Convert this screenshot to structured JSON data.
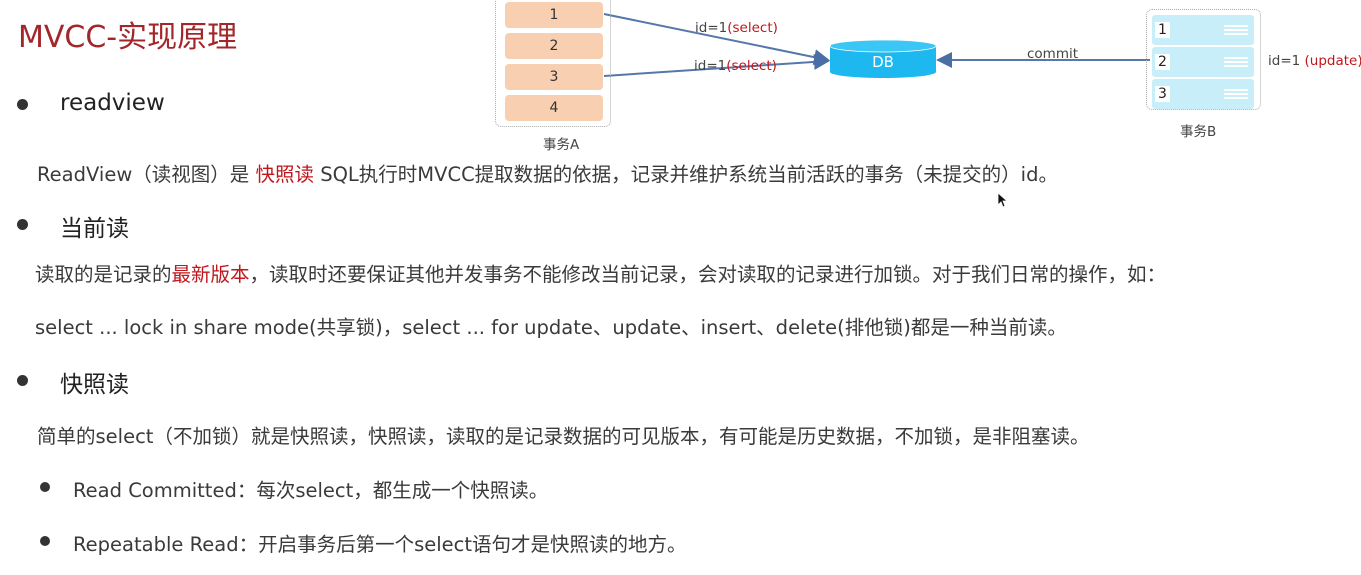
{
  "title": "MVCC-实现原理",
  "diagram": {
    "txA_items": [
      "1",
      "2",
      "3",
      "4"
    ],
    "txA_label": "事务A",
    "txB_items": [
      "1",
      "2",
      "3"
    ],
    "txB_label": "事务B",
    "db": "DB",
    "arrow1": {
      "prefix": "id=1",
      "action": "(select)"
    },
    "arrow2": {
      "prefix": "id=1",
      "action": "(select)"
    },
    "commit": "commit",
    "update": {
      "prefix": "id=1 ",
      "action": "(update)"
    }
  },
  "sections": {
    "readview": {
      "heading": "readview",
      "p1": "ReadView（读视图）是 ",
      "p1_red": "快照读",
      "p1_rest": " SQL执行时MVCC提取数据的依据，记录并维护系统当前活跃的事务（未提交的）id。"
    },
    "current": {
      "heading": "当前读",
      "p1": "读取的是记录的",
      "p1_red": "最新版本",
      "p1_rest": "，读取时还要保证其他并发事务不能修改当前记录，会对读取的记录进行加锁。对于我们日常的操作，如：",
      "p2": "select ... lock in share mode(共享锁)，select ... for update、update、insert、delete(排他锁)都是一种当前读。"
    },
    "snapshot": {
      "heading": "快照读",
      "p1": "简单的select（不加锁）就是快照读，快照读，读取的是记录数据的可见版本，有可能是历史数据，不加锁，是非阻塞读。",
      "items": [
        "Read Committed：每次select，都生成一个快照读。",
        "Repeatable Read：开启事务后第一个select语句才是快照读的地方。"
      ]
    }
  }
}
